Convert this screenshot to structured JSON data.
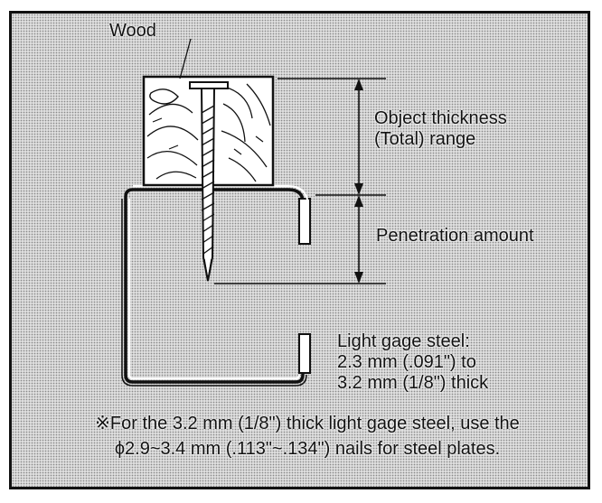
{
  "labels": {
    "wood": "Wood",
    "thickness": [
      "Object thickness",
      "(Total) range"
    ],
    "penetration": "Penetration amount",
    "steel": [
      "Light gage steel:",
      "2.3 mm (.091\") to",
      "3.2 mm (1/8\") thick"
    ]
  },
  "note": {
    "line1": "※For the 3.2 mm (1/8\") thick light gage steel, use the",
    "line2": "ϕ2.9~3.4 mm (.113\"~.134\") nails for steel plates."
  }
}
